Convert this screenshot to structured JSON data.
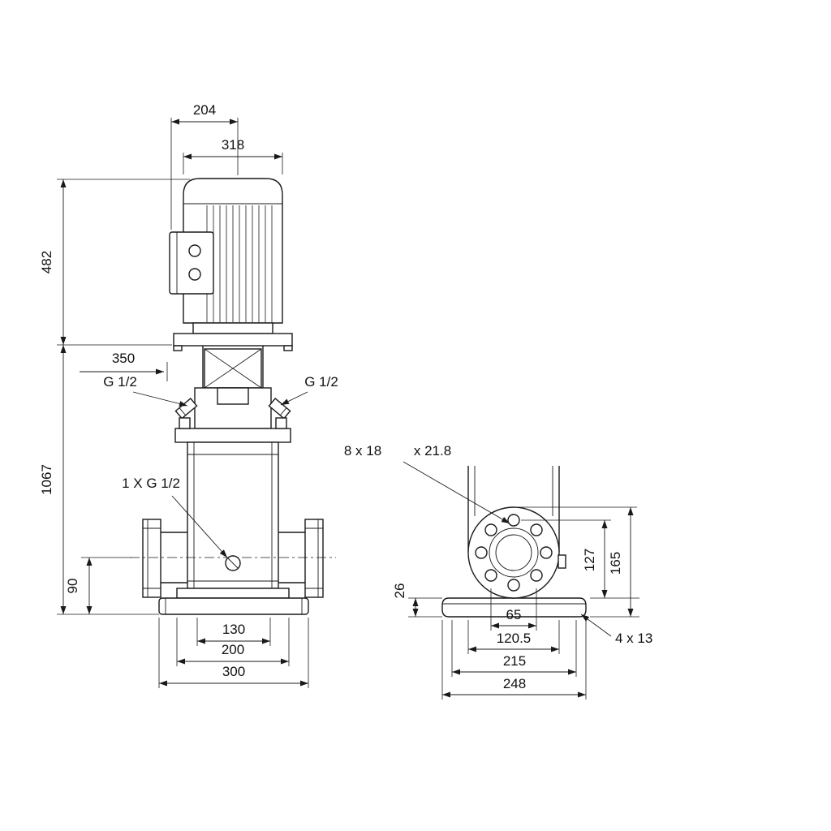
{
  "colors": {
    "background": "#ffffff",
    "line": "#1a1a1a",
    "text": "#111111"
  },
  "front_view": {
    "d204": "204",
    "d318": "318",
    "d482": "482",
    "d350": "350",
    "d1067": "1067",
    "g_left": "G 1/2",
    "g_right": "G 1/2",
    "drain": "1 X G 1/2",
    "d90": "90",
    "d130": "130",
    "d200": "200",
    "d300": "300"
  },
  "side_view": {
    "holes8": "8 x 18",
    "spotface": "x 21.8",
    "d26": "26",
    "d127": "127",
    "d165": "165",
    "d65": "65",
    "d120_5": "120.5",
    "d215": "215",
    "d248": "248",
    "holes4": "4 x 13"
  }
}
